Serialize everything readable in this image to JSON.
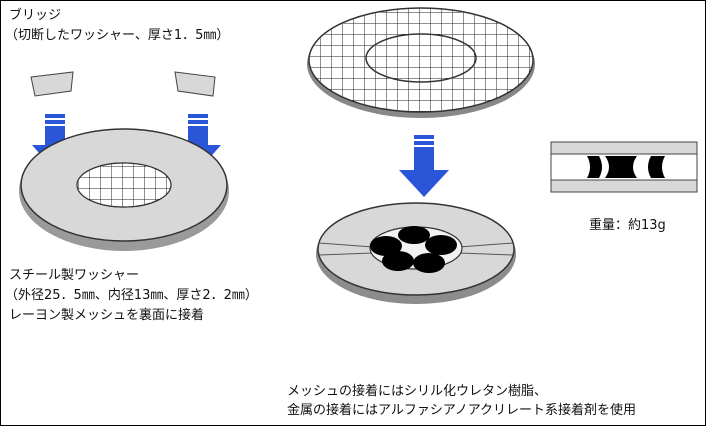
{
  "bridge_label": {
    "line1": "ブリッジ",
    "line2": "（切断したワッシャー、厚さ1．5㎜）"
  },
  "washer_label": {
    "line1": "スチール製ワッシャー",
    "line2": "（外径25．5㎜、内径13㎜、厚さ2．2㎜）",
    "line3": "レーヨン製メッシュを裏面に接着"
  },
  "weight_label": "重量：約13g",
  "adhesive_note": {
    "line1": "メッシュの接着にはシリル化ウレタン樹脂、",
    "line2": "金属の接着にはアルファシアノアクリレート系接着剤を使用"
  },
  "colors": {
    "washer_gray": "#d8d8d8",
    "arrow_blue": "#2a55d6",
    "magnet_black": "#000000"
  }
}
